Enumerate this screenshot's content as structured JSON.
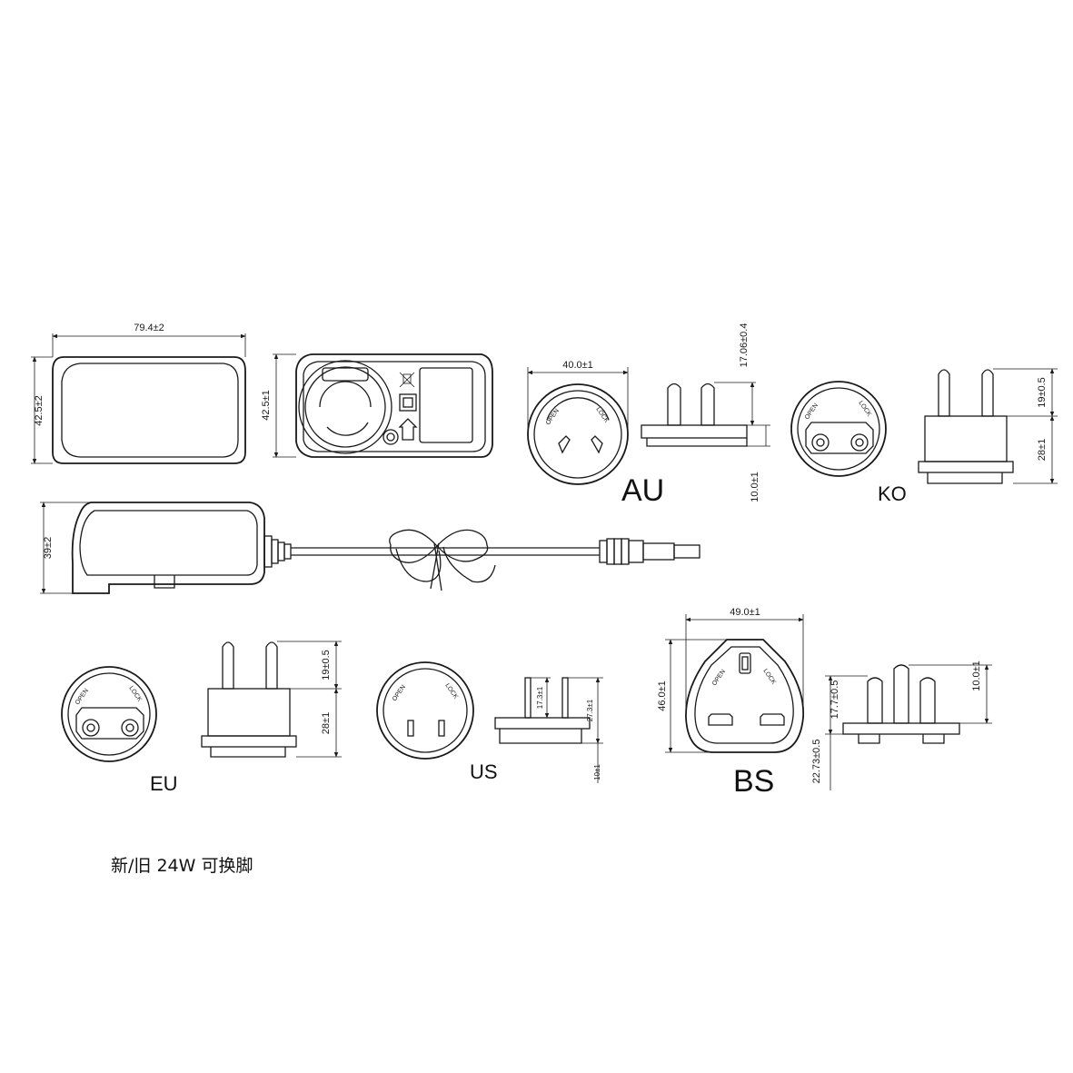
{
  "dimensions": {
    "top_width": "79.4±2",
    "top_height": "42.5±2",
    "back_height": "42.5±1",
    "side_height": "39±2",
    "au_diameter": "40.0±1",
    "au_pin": "17.06±0.4",
    "au_base": "10.0±1",
    "ko_pin": "19±0.5",
    "ko_body": "28±1",
    "eu_pin": "19±0.5",
    "eu_body": "28±1",
    "us_pin": "17.3±1",
    "us_total": "27.3±1",
    "us_base": "10±1",
    "bs_width": "49.0±1",
    "bs_height": "46.0±1",
    "bs_pin": "17.7±0.5",
    "bs_top": "10.0±1",
    "bs_total": "22.73±0.5"
  },
  "plug_labels": {
    "au": "AU",
    "ko": "KO",
    "eu": "EU",
    "us": "US",
    "bs": "BS"
  },
  "ring_text": {
    "open": "OPEN",
    "lock": "LOCK"
  },
  "caption": "新/旧 24W 可换脚"
}
